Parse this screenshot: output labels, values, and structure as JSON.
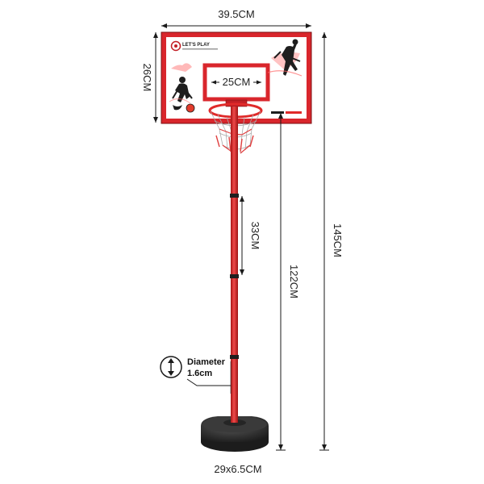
{
  "dimensions": {
    "board_width": "39.5CM",
    "board_height": "26CM",
    "inner_square": "25CM",
    "pole_section": "33CM",
    "rim_to_ground": "122CM",
    "total_height": "145CM",
    "base_size": "29x6.5CM"
  },
  "callout": {
    "line1": "Diameter",
    "line2": "1.6cm"
  },
  "branding": {
    "logo_text": "LET'S PLAY"
  },
  "colors": {
    "board_red": "#d9262c",
    "rim_red": "#e02a2a",
    "pole_red": "#e02626",
    "base_black": "#2b2b2b",
    "dim_line": "#1a1a1a"
  }
}
